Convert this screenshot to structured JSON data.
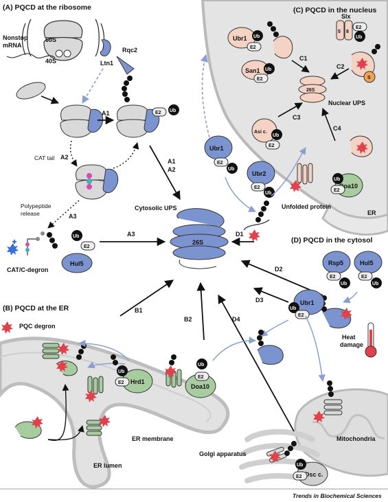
{
  "panels": {
    "a": "(A) PQCD at the ribosome",
    "b": "(B) PQCD at the ER",
    "c": "(C) PQCD in the nucleus",
    "d": "(D) PQCD in the cytosol"
  },
  "labels": {
    "nonstop": "Nonstop\nmRNA",
    "s60": "60S",
    "s40": "40S",
    "ltn1": "Ltn1",
    "rqc2": "Rqc2",
    "cat_tail": "CAT tail",
    "polypeptide": "Polypeptide\nrelease",
    "hul5": "Hul5",
    "cat_degron": "CAT/C-degron",
    "cytosolic_ups": "Cytosolic UPS",
    "proteasome": "26S",
    "ubr1": "Ubr1",
    "ubr2": "Ubr2",
    "unfolded": "Unfolded protein",
    "san1": "San1",
    "slx": "Slx",
    "slx5": "5",
    "slx8": "8",
    "nuclear_ups": "Nuclear UPS",
    "asi": "Asi c.",
    "doa10": "Doa10",
    "er": "ER",
    "rsp5": "Rsp5",
    "heat": "Heat\ndamage",
    "mito": "Mitochondria",
    "golgi": "Golgi apparatus",
    "dsc": "Dsc c.",
    "hrd1": "Hrd1",
    "pqc_degron": "PQC degron",
    "er_membrane": "ER membrane",
    "er_lumen": "ER lumen",
    "ub": "Ub",
    "e2": "E2",
    "s": "S",
    "credit": "Trends in Biochemical Sciences"
  },
  "arrows": {
    "a1": "A1",
    "a2": "A2",
    "a3": "A3",
    "b1": "B1",
    "b2": "B2",
    "c1": "C1",
    "c2": "C2",
    "c3": "C3",
    "c4": "C4",
    "d1": "D1",
    "d2": "D2",
    "d3": "D3",
    "d4": "D4"
  },
  "colors": {
    "ligase_blue": "#7b93cf",
    "nucleus_fill": "#e4e4e4",
    "ligase_pink": "#f4d2c4",
    "ligase_green": "#a7cca0",
    "degron_red": "#e0414a",
    "arrow_blue": "#8a9fd0",
    "ub_black": "#111111"
  }
}
